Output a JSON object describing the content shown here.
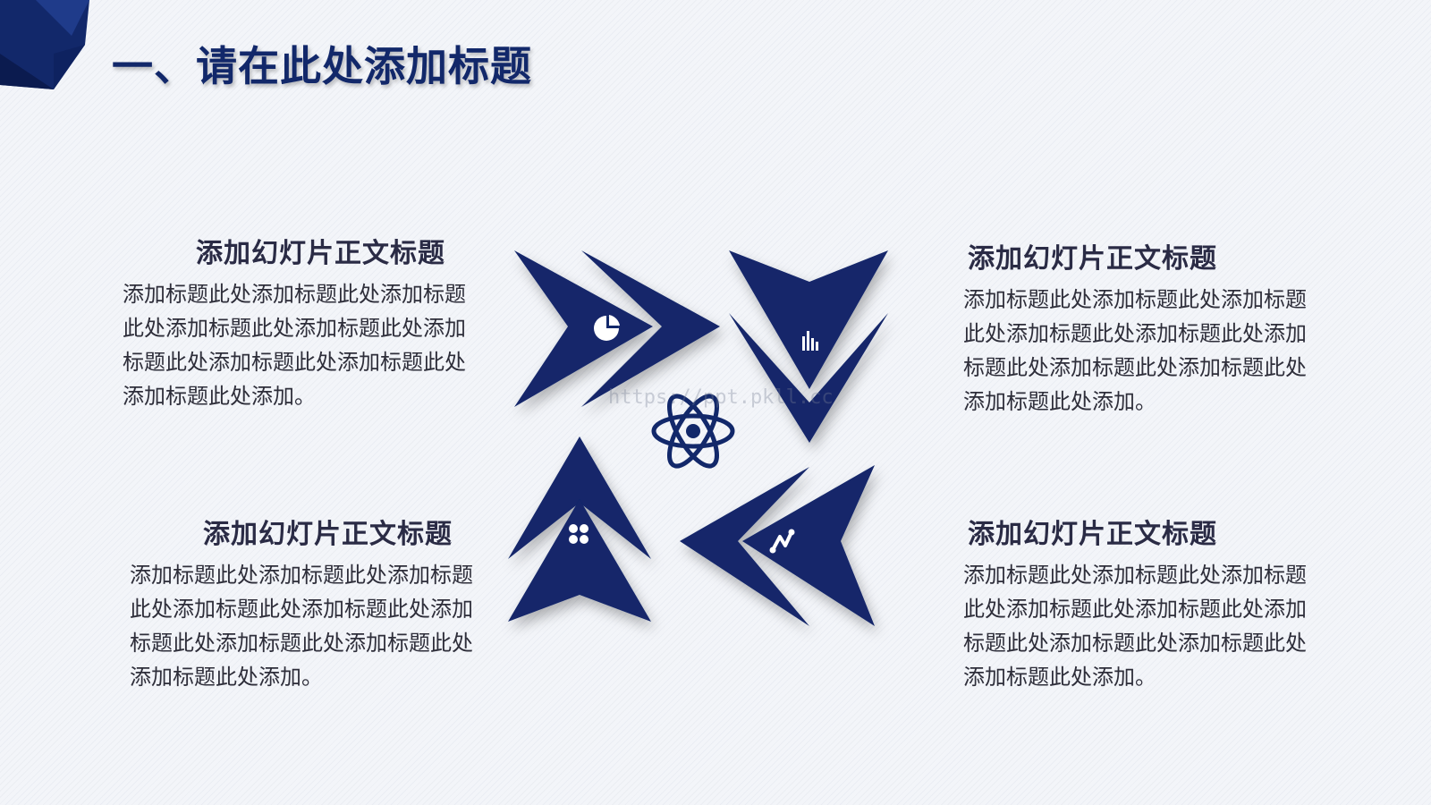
{
  "title": "一、请在此处添加标题",
  "watermark": "https://ppt.pkll.cc",
  "colors": {
    "primary": "#12286a",
    "text": "#2a2b45",
    "background": "#f3f5f9"
  },
  "blocks": {
    "top_left": {
      "heading": "添加幻灯片正文标题",
      "body": "添加标题此处添加标题此处添加标题此处添加标题此处添加标题此处添加标题此处添加标题此处添加标题此处添加标题此处添加。"
    },
    "top_right": {
      "heading": "添加幻灯片正文标题",
      "body": "添加标题此处添加标题此处添加标题此处添加标题此处添加标题此处添加标题此处添加标题此处添加标题此处添加标题此处添加。"
    },
    "bottom_left": {
      "heading": "添加幻灯片正文标题",
      "body": "添加标题此处添加标题此处添加标题此处添加标题此处添加标题此处添加标题此处添加标题此处添加标题此处添加标题此处添加。"
    },
    "bottom_right": {
      "heading": "添加幻灯片正文标题",
      "body": "添加标题此处添加标题此处添加标题此处添加标题此处添加标题此处添加标题此处添加标题此处添加标题此处添加标题此处添加。"
    }
  },
  "icons": {
    "center": "atom-icon",
    "arrow_right": "pie-chart-icon",
    "arrow_down": "bar-chart-icon",
    "arrow_up": "four-dots-icon",
    "arrow_left": "line-chart-icon"
  }
}
